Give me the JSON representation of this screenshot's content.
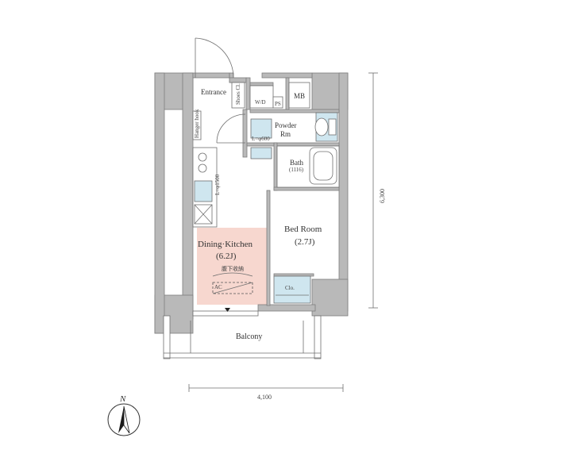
{
  "rooms": {
    "entrance": "Entrance",
    "shoes_closet": "Shoes Cl.",
    "wd": "W/D",
    "ps": "PS",
    "mb": "MB",
    "powder_room_line1": "Powder",
    "powder_room_line2": "Rm",
    "bath_line1": "Bath",
    "bath_line2": "(1116)",
    "hanger_hook": "Hanger hook",
    "lpiece": "L=φ600",
    "dining_kitchen_line1": "Dining·Kitchen",
    "dining_kitchen_line2": "(6.2J)",
    "ac_note": "腹下收納",
    "ac_box": "AC",
    "kitchen_dim": "L=φ1500",
    "bedroom_line1": "Bed Room",
    "bedroom_line2": "(2.7J)",
    "closet": "Clo.",
    "balcony": "Balcony"
  },
  "dimensions": {
    "height": "6,300",
    "width": "4,100"
  },
  "compass": {
    "north_label": "N"
  },
  "colors": {
    "wall": "#b9b9b9",
    "dining_kitchen_highlight": "#f7d7cf",
    "fixture": "#cfe6ef"
  }
}
